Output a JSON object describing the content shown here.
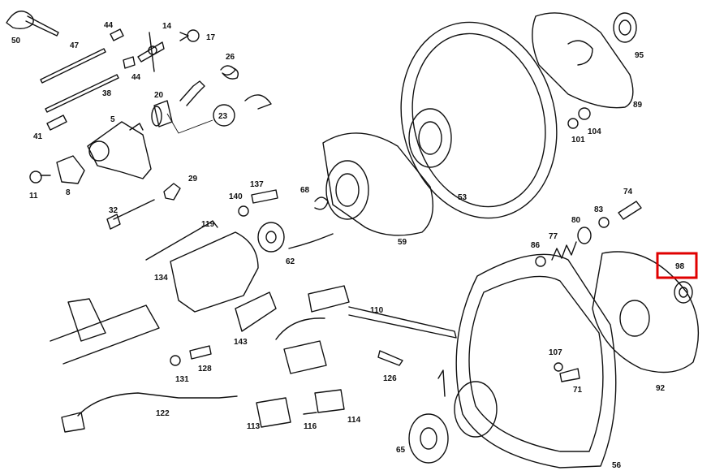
{
  "labels": {
    "p50": "50",
    "p47": "47",
    "p44a": "44",
    "p14": "14",
    "p17": "17",
    "p44b": "44",
    "p26": "26",
    "p38": "38",
    "p20": "20",
    "p23": "23",
    "p5": "5",
    "p41": "41",
    "p11": "11",
    "p8": "8",
    "p29": "29",
    "p32": "32",
    "p137": "137",
    "p140": "140",
    "p68": "68",
    "p119": "119",
    "p59": "59",
    "p62": "62",
    "p134": "134",
    "p143": "143",
    "p110": "110",
    "p131": "131",
    "p128": "128",
    "p126": "126",
    "p122": "122",
    "p113": "113",
    "p116": "116",
    "p114": "114",
    "p53": "53",
    "p95": "95",
    "p89": "89",
    "p101": "101",
    "p104": "104",
    "p74": "74",
    "p83": "83",
    "p80": "80",
    "p77": "77",
    "p86": "86",
    "p98": "98",
    "p92": "92",
    "p107": "107",
    "p71": "71",
    "p65": "65",
    "p56": "56"
  },
  "highlight": {
    "color": "#e00000"
  }
}
